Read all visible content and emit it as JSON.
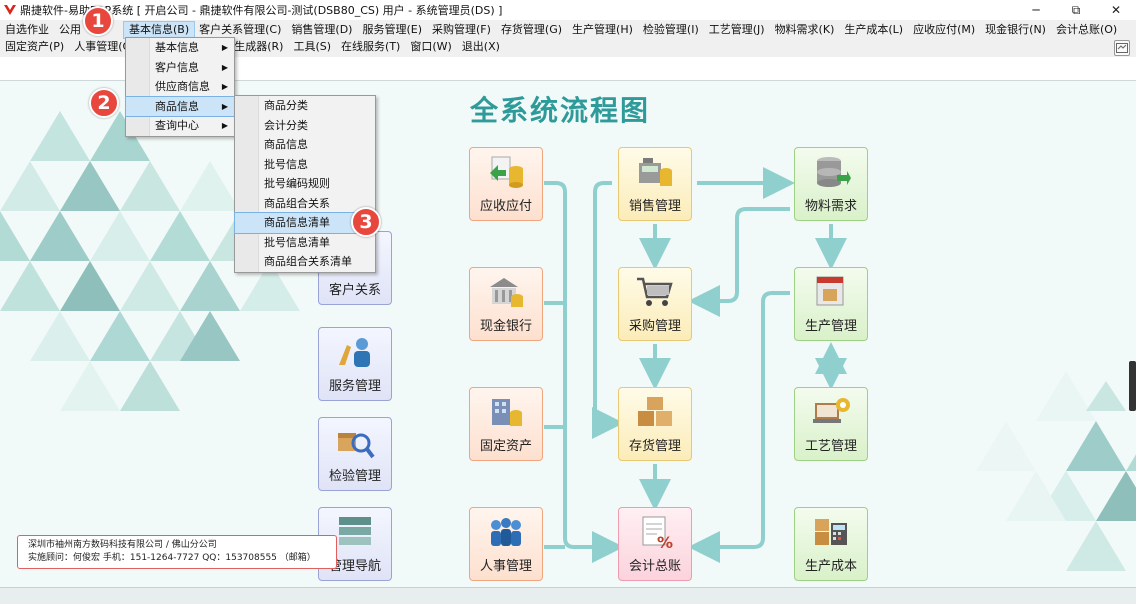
{
  "window": {
    "title": "鼎捷软件-易助ERP系统  [ 开启公司 - 鼎捷软件有限公司-测试(DSB80_CS)    用户 - 系统管理员(DS) ]",
    "minimize": "─",
    "restore": "⧉",
    "close": "✕"
  },
  "menubar": {
    "row1": [
      {
        "label": "自选作业"
      },
      {
        "label": "公用"
      },
      {
        "label": "基本信息(B)"
      },
      {
        "label": "客户关系管理(C)"
      },
      {
        "label": "销售管理(D)"
      },
      {
        "label": "服务管理(E)"
      },
      {
        "label": "采购管理(F)"
      },
      {
        "label": "存货管理(G)"
      },
      {
        "label": "生产管理(H)"
      },
      {
        "label": "检验管理(I)"
      },
      {
        "label": "工艺管理(J)"
      },
      {
        "label": "物料需求(K)"
      },
      {
        "label": "生产成本(L)"
      },
      {
        "label": "应收应付(M)"
      },
      {
        "label": "现金银行(N)"
      },
      {
        "label": "会计总账(O)"
      }
    ],
    "row2": [
      {
        "label": "固定资产(P)"
      },
      {
        "label": "人事管理(Q"
      },
      {
        "label": "生成器(R)"
      },
      {
        "label": "工具(S)"
      },
      {
        "label": "在线服务(T)"
      },
      {
        "label": "窗口(W)"
      },
      {
        "label": "退出(X)"
      }
    ]
  },
  "menu_basic": {
    "items": [
      {
        "label": "基本信息"
      },
      {
        "label": "客户信息"
      },
      {
        "label": "供应商信息"
      },
      {
        "label": "商品信息"
      },
      {
        "label": "查询中心"
      }
    ],
    "arrow": "▶"
  },
  "menu_goods": {
    "items": [
      {
        "label": "商品分类"
      },
      {
        "label": "会计分类"
      },
      {
        "label": "商品信息"
      },
      {
        "label": "批号信息"
      },
      {
        "label": "批号编码规则"
      },
      {
        "label": "商品组合关系"
      },
      {
        "label": "商品信息清单"
      },
      {
        "label": "批号信息清单"
      },
      {
        "label": "商品组合关系清单"
      }
    ]
  },
  "markers": [
    "1",
    "2",
    "3"
  ],
  "flow": {
    "title": "全系统流程图",
    "modules": {
      "crm": "客户关系",
      "service": "服务管理",
      "inspection": "检验管理",
      "nav": "管理导航",
      "ar_ap": "应收应付",
      "cash": "现金银行",
      "assets": "固定资产",
      "hr": "人事管理",
      "sales": "销售管理",
      "purchase": "采购管理",
      "inventory": "存货管理",
      "ledger": "会计总账",
      "mrp": "物料需求",
      "production": "生产管理",
      "craft": "工艺管理",
      "cost": "生产成本"
    }
  },
  "info": {
    "line1": "深圳市袖州南方数码科技有限公司 / 佛山分公司",
    "line2": "实施顾问：何俊宏   手机：151-1264-7727    QQ：153708555 （邮箱）"
  },
  "colors": {
    "accent": "#2e9a9a",
    "marker": "#e8473d",
    "arrow": "#8fd0cf"
  }
}
